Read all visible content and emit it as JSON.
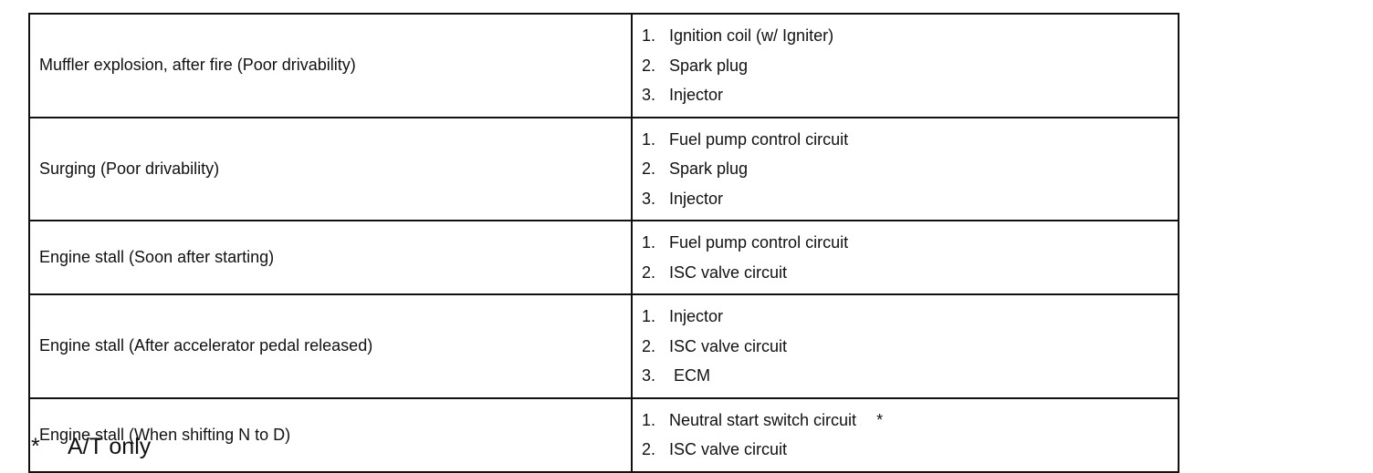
{
  "rows": [
    {
      "symptom": "Muffler explosion, after fire (Poor drivability)",
      "causes": [
        {
          "num": "1.",
          "text": "Ignition coil (w/ Igniter)"
        },
        {
          "num": "2.",
          "text": "Spark plug"
        },
        {
          "num": "3.",
          "text": "Injector"
        }
      ]
    },
    {
      "symptom": "Surging (Poor drivability)",
      "causes": [
        {
          "num": "1.",
          "text": "Fuel pump control circuit"
        },
        {
          "num": "2.",
          "text": "Spark plug"
        },
        {
          "num": "3.",
          "text": "Injector"
        }
      ]
    },
    {
      "symptom": "Engine stall (Soon after starting)",
      "causes": [
        {
          "num": "1.",
          "text": "Fuel pump control circuit"
        },
        {
          "num": "2.",
          "text": "ISC valve circuit"
        }
      ]
    },
    {
      "symptom": "Engine stall (After accelerator pedal released)",
      "causes": [
        {
          "num": "1.",
          "text": "Injector"
        },
        {
          "num": "2.",
          "text": "ISC valve circuit"
        },
        {
          "num": "3.",
          "text": " ECM"
        }
      ]
    },
    {
      "symptom": "Engine stall (When shifting N to D)",
      "causes": [
        {
          "num": "1.",
          "text": "Neutral start switch circuit",
          "mark": "*"
        },
        {
          "num": "2.",
          "text": "ISC valve circuit"
        }
      ]
    }
  ],
  "footnote": {
    "mark": "*",
    "text": "A/T only"
  }
}
